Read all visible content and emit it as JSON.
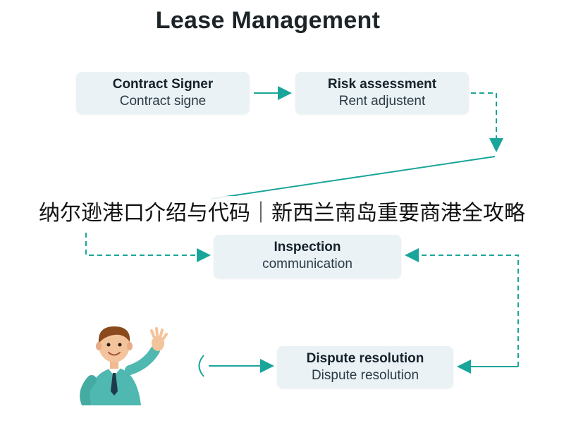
{
  "title": "Lease Management",
  "boxes": [
    {
      "title": "Contract Signer",
      "subtitle": "Contract signe"
    },
    {
      "title": "Risk assessment",
      "subtitle": "Rent adjustent"
    },
    {
      "title": "Inspection",
      "subtitle": "communication"
    },
    {
      "title": "Dispute resolution",
      "subtitle": "Dispute resolution"
    }
  ],
  "banner": "纳尔逊港口介绍与代码｜新西兰南岛重要商港全攻略",
  "colors": {
    "accent": "#1aa59a",
    "box": "#eaf2f6"
  },
  "illustration": "waving-person"
}
